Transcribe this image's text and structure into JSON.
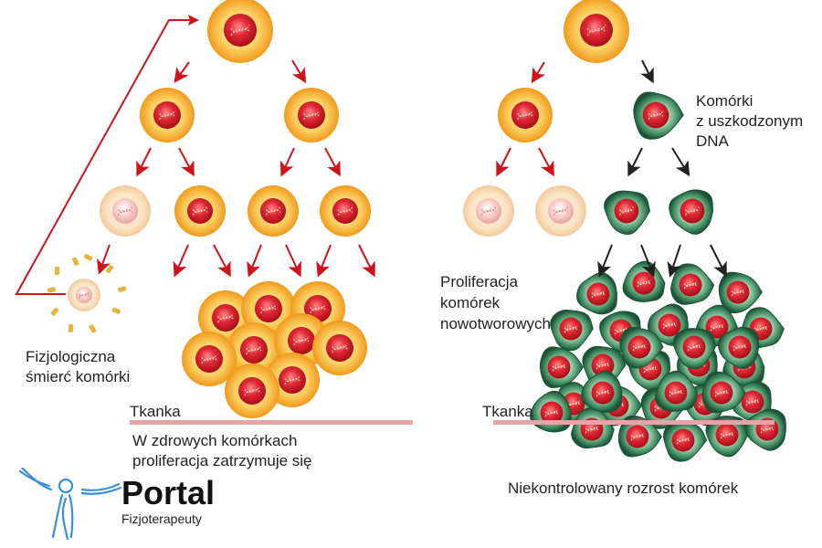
{
  "left": {
    "death_label": "Fizjologiczna\nśmierć komórki",
    "tissue_label": "Tkanka",
    "caption_line1": "W zdrowych komórkach",
    "caption_line2": "proliferacja zatrzymuje się"
  },
  "right": {
    "damaged_label_1": "Komórki",
    "damaged_label_2": "z uszkodzonym",
    "damaged_label_3": "DNA",
    "prolif_label_1": "Proliferacja",
    "prolif_label_2": "komórek",
    "prolif_label_3": "nowotworowych",
    "tissue_label": "Tkanka",
    "caption": "Niekontrolowany rozrost komórek"
  },
  "logo": {
    "title": "Portal",
    "subtitle": "Fizjoterapeuty"
  },
  "colors": {
    "healthy_outer": "#f3a92a",
    "healthy_inner": "#fde48a",
    "nucleus": "#d8192a",
    "tumor_outer": "#1f5b3e",
    "tumor_inner": "#bfe3cc",
    "red_arrow": "#d0121b",
    "black_arrow": "#222222",
    "tissue_line": "#e8a3a8",
    "logo_blue": "#3a8fd6"
  }
}
